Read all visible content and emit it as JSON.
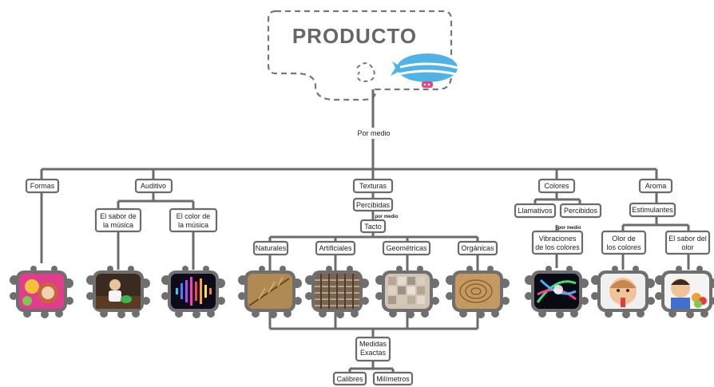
{
  "title": "PRODUCTO",
  "connector_top": "Por medio",
  "categories": {
    "formas": "Formas",
    "auditivo": "Auditivo",
    "texturas": "Texturas",
    "colores": "Colores",
    "aroma": "Aroma"
  },
  "auditivo_items": [
    [
      "El sabor de",
      "la música"
    ],
    [
      "El color de",
      "la música"
    ]
  ],
  "texturas_branch": {
    "percibidas": "Percibidas",
    "por_medio": "por medio",
    "tacto": "Tacto",
    "types": [
      "Naturales",
      "Artificiales",
      "Geométricas",
      "Orgánicas"
    ],
    "medidas": [
      "Medidas",
      "Exactas"
    ],
    "units": [
      "Calibres",
      "Milímetros"
    ]
  },
  "colores_branch": {
    "llamativos": "Llamativos",
    "percibidos": "Percibidos",
    "por_medio": "por medio",
    "vibraciones": [
      "Vibraciones",
      "de los colores"
    ]
  },
  "aroma_branch": {
    "estimulantes": "Estimulantes",
    "items": [
      [
        "Olor de",
        "los colores"
      ],
      [
        "El sabor del",
        "olor"
      ]
    ]
  },
  "colors": {
    "line": "#6b6b6b",
    "title": "#666666",
    "blimp_blue": "#4fb3e6",
    "blimp_pink": "#e0457f"
  },
  "icons": [
    "blimp-icon"
  ]
}
